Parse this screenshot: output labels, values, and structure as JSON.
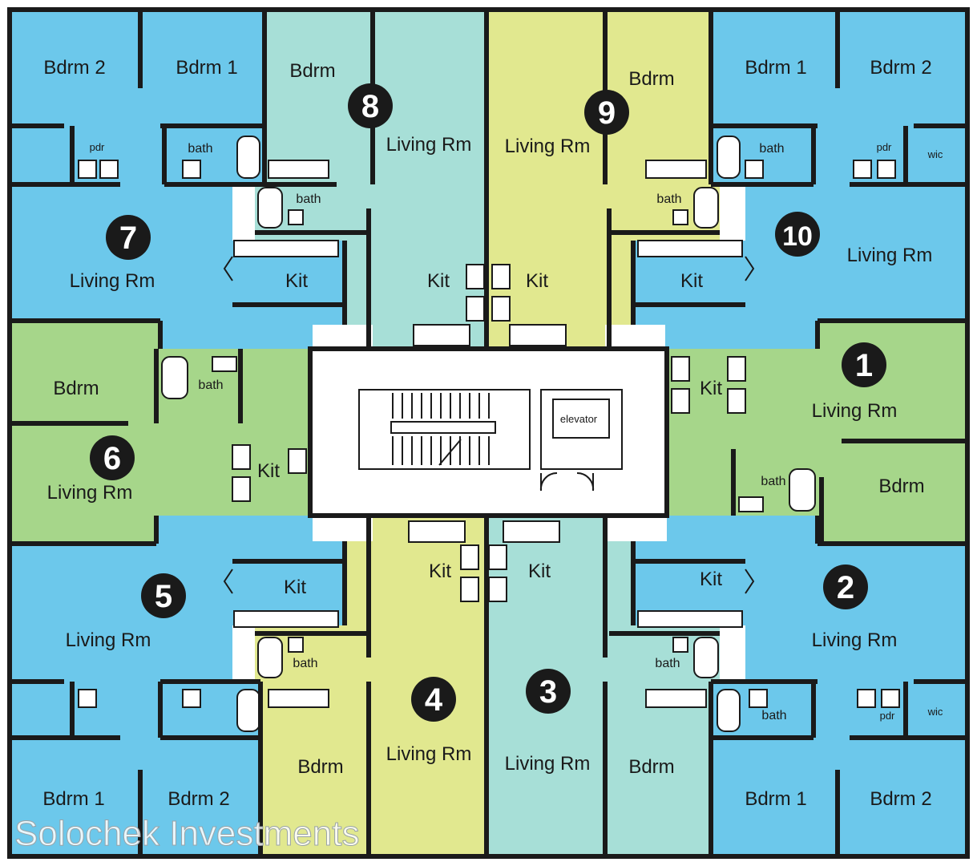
{
  "colors": {
    "blue": "#6cc8eb",
    "teal": "#a7dfd7",
    "yellow": "#e1e88f",
    "green": "#a6d68a",
    "wall": "#1a1a1a",
    "core": "#ffffff"
  },
  "units": [
    {
      "number": "1",
      "rooms": [
        "Living Rm",
        "Bdrm",
        "Kit",
        "bath"
      ]
    },
    {
      "number": "2",
      "rooms": [
        "Living Rm",
        "Bdrm 1",
        "Bdrm 2",
        "Kit",
        "bath",
        "pdr",
        "wic"
      ]
    },
    {
      "number": "3",
      "rooms": [
        "Living Rm",
        "Bdrm",
        "Kit",
        "bath"
      ]
    },
    {
      "number": "4",
      "rooms": [
        "Living Rm",
        "Bdrm",
        "Kit",
        "bath"
      ]
    },
    {
      "number": "5",
      "rooms": [
        "Living Rm",
        "Bdrm 1",
        "Bdrm 2",
        "Kit",
        "bath"
      ]
    },
    {
      "number": "6",
      "rooms": [
        "Living Rm",
        "Bdrm",
        "Kit",
        "bath"
      ]
    },
    {
      "number": "7",
      "rooms": [
        "Living Rm",
        "Bdrm 1",
        "Bdrm 2",
        "Kit",
        "bath",
        "pdr"
      ]
    },
    {
      "number": "8",
      "rooms": [
        "Living Rm",
        "Bdrm",
        "Kit",
        "bath"
      ]
    },
    {
      "number": "9",
      "rooms": [
        "Living Rm",
        "Bdrm",
        "Kit",
        "bath"
      ]
    },
    {
      "number": "10",
      "rooms": [
        "Living Rm",
        "Bdrm 1",
        "Bdrm 2",
        "Kit",
        "bath",
        "pdr",
        "wic"
      ]
    }
  ],
  "core": {
    "elevator_label": "elevator"
  },
  "watermark": "Solochek Investments"
}
